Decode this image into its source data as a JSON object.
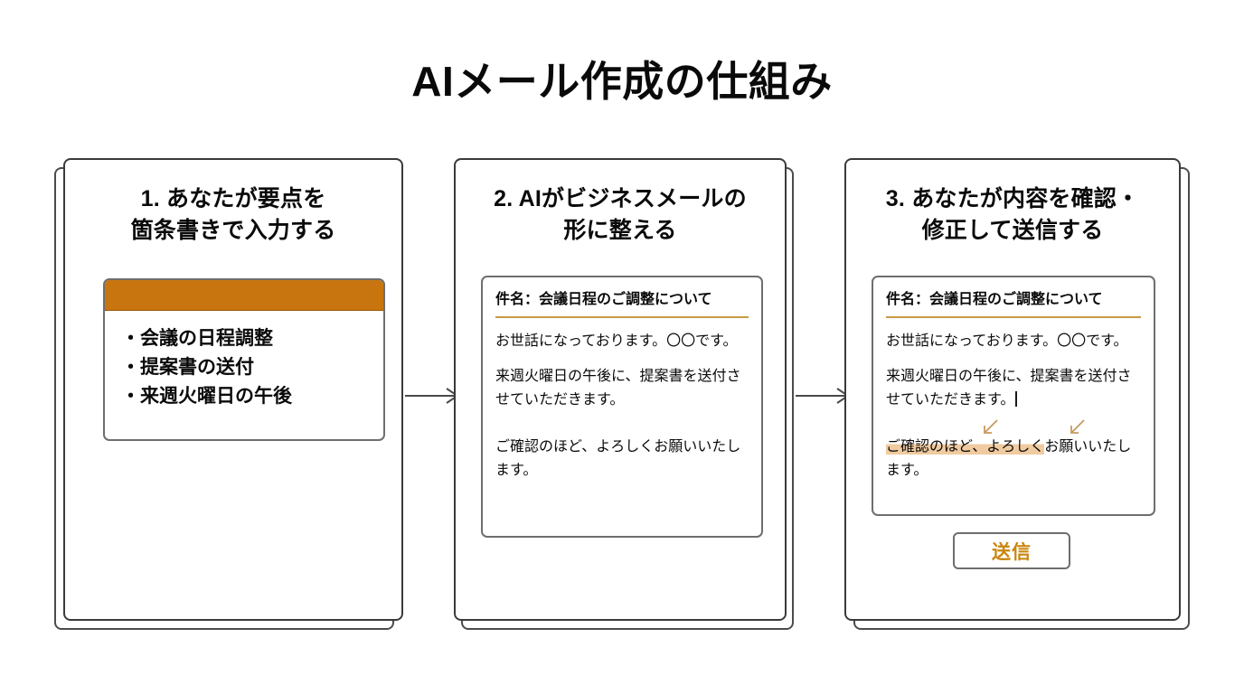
{
  "slide": {
    "title": "AIメール作成の仕組み",
    "accent_orange": "#c87510",
    "accent_gold": "#c8860d",
    "highlight_color": "#f0cba0",
    "card_border": "#3a3a3a"
  },
  "cards": [
    {
      "id": "card-1",
      "heading_line_1": "1. あなたが要点を",
      "heading_line_2": "箇条書きで入力する",
      "editor": {
        "toolbar_label": "",
        "bullets": [
          "会議の日程調整",
          "提案書の送付",
          "来週火曜日の午後"
        ]
      }
    },
    {
      "id": "card-2",
      "heading_line_1": "2. AIがビジネスメールの",
      "heading_line_2": "形に整える",
      "mail": {
        "subject": "件名：会議日程のご調整について",
        "paragraph_1": "お世話になっております。〇〇です。",
        "paragraph_2": "来週火曜日の午後に、提案書を送付させていただきます。",
        "paragraph_3": "ご確認のほど、よろしくお願いいたします。"
      }
    },
    {
      "id": "card-3",
      "heading_line_1": "3. あなたが内容を確認・",
      "heading_line_2": "修正して送信する",
      "mail": {
        "subject": "件名：会議日程のご調整について",
        "paragraph_1": "お世話になっております。〇〇です。",
        "paragraph_2": "来週火曜日の午後に、提案書を送付させていただきます。",
        "paragraph_3_highlight": "ご確認のほど、よろしく",
        "paragraph_3_rest": "お願いいたします。"
      },
      "send_button_label": "送信"
    }
  ],
  "connectors": [
    {
      "id": "connector-1",
      "direction": "right"
    },
    {
      "id": "connector-2",
      "direction": "right"
    }
  ]
}
